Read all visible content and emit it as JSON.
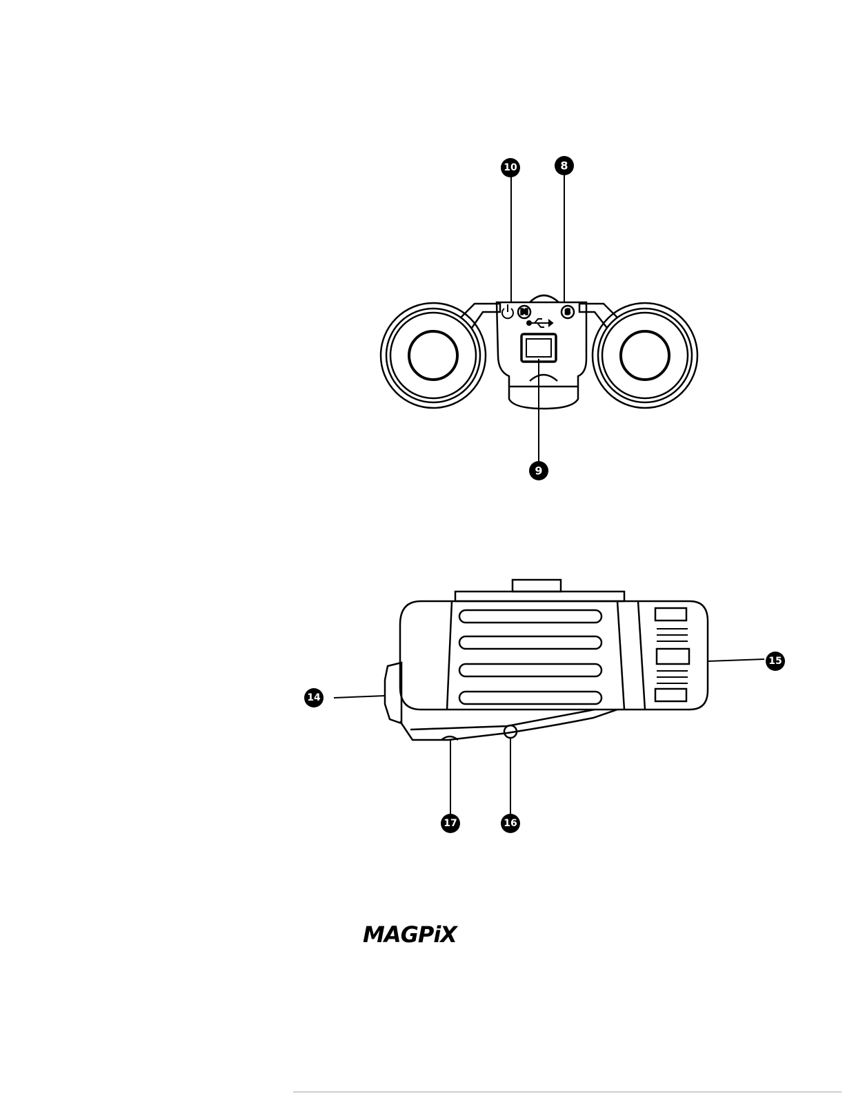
{
  "callouts": {
    "power_button": "10",
    "shutter_button": "8",
    "usb_port": "9",
    "side_left": "14",
    "side_right": "15",
    "bottom_right": "16",
    "bottom_left": "17"
  },
  "controls": {
    "mode_letter": "M",
    "shutter_letter": "S"
  },
  "brand": {
    "logo_text": "MAGPiX"
  },
  "icons": [
    "power-icon",
    "usb-icon"
  ],
  "colors": {
    "ink": "#000000",
    "paper": "#ffffff"
  }
}
